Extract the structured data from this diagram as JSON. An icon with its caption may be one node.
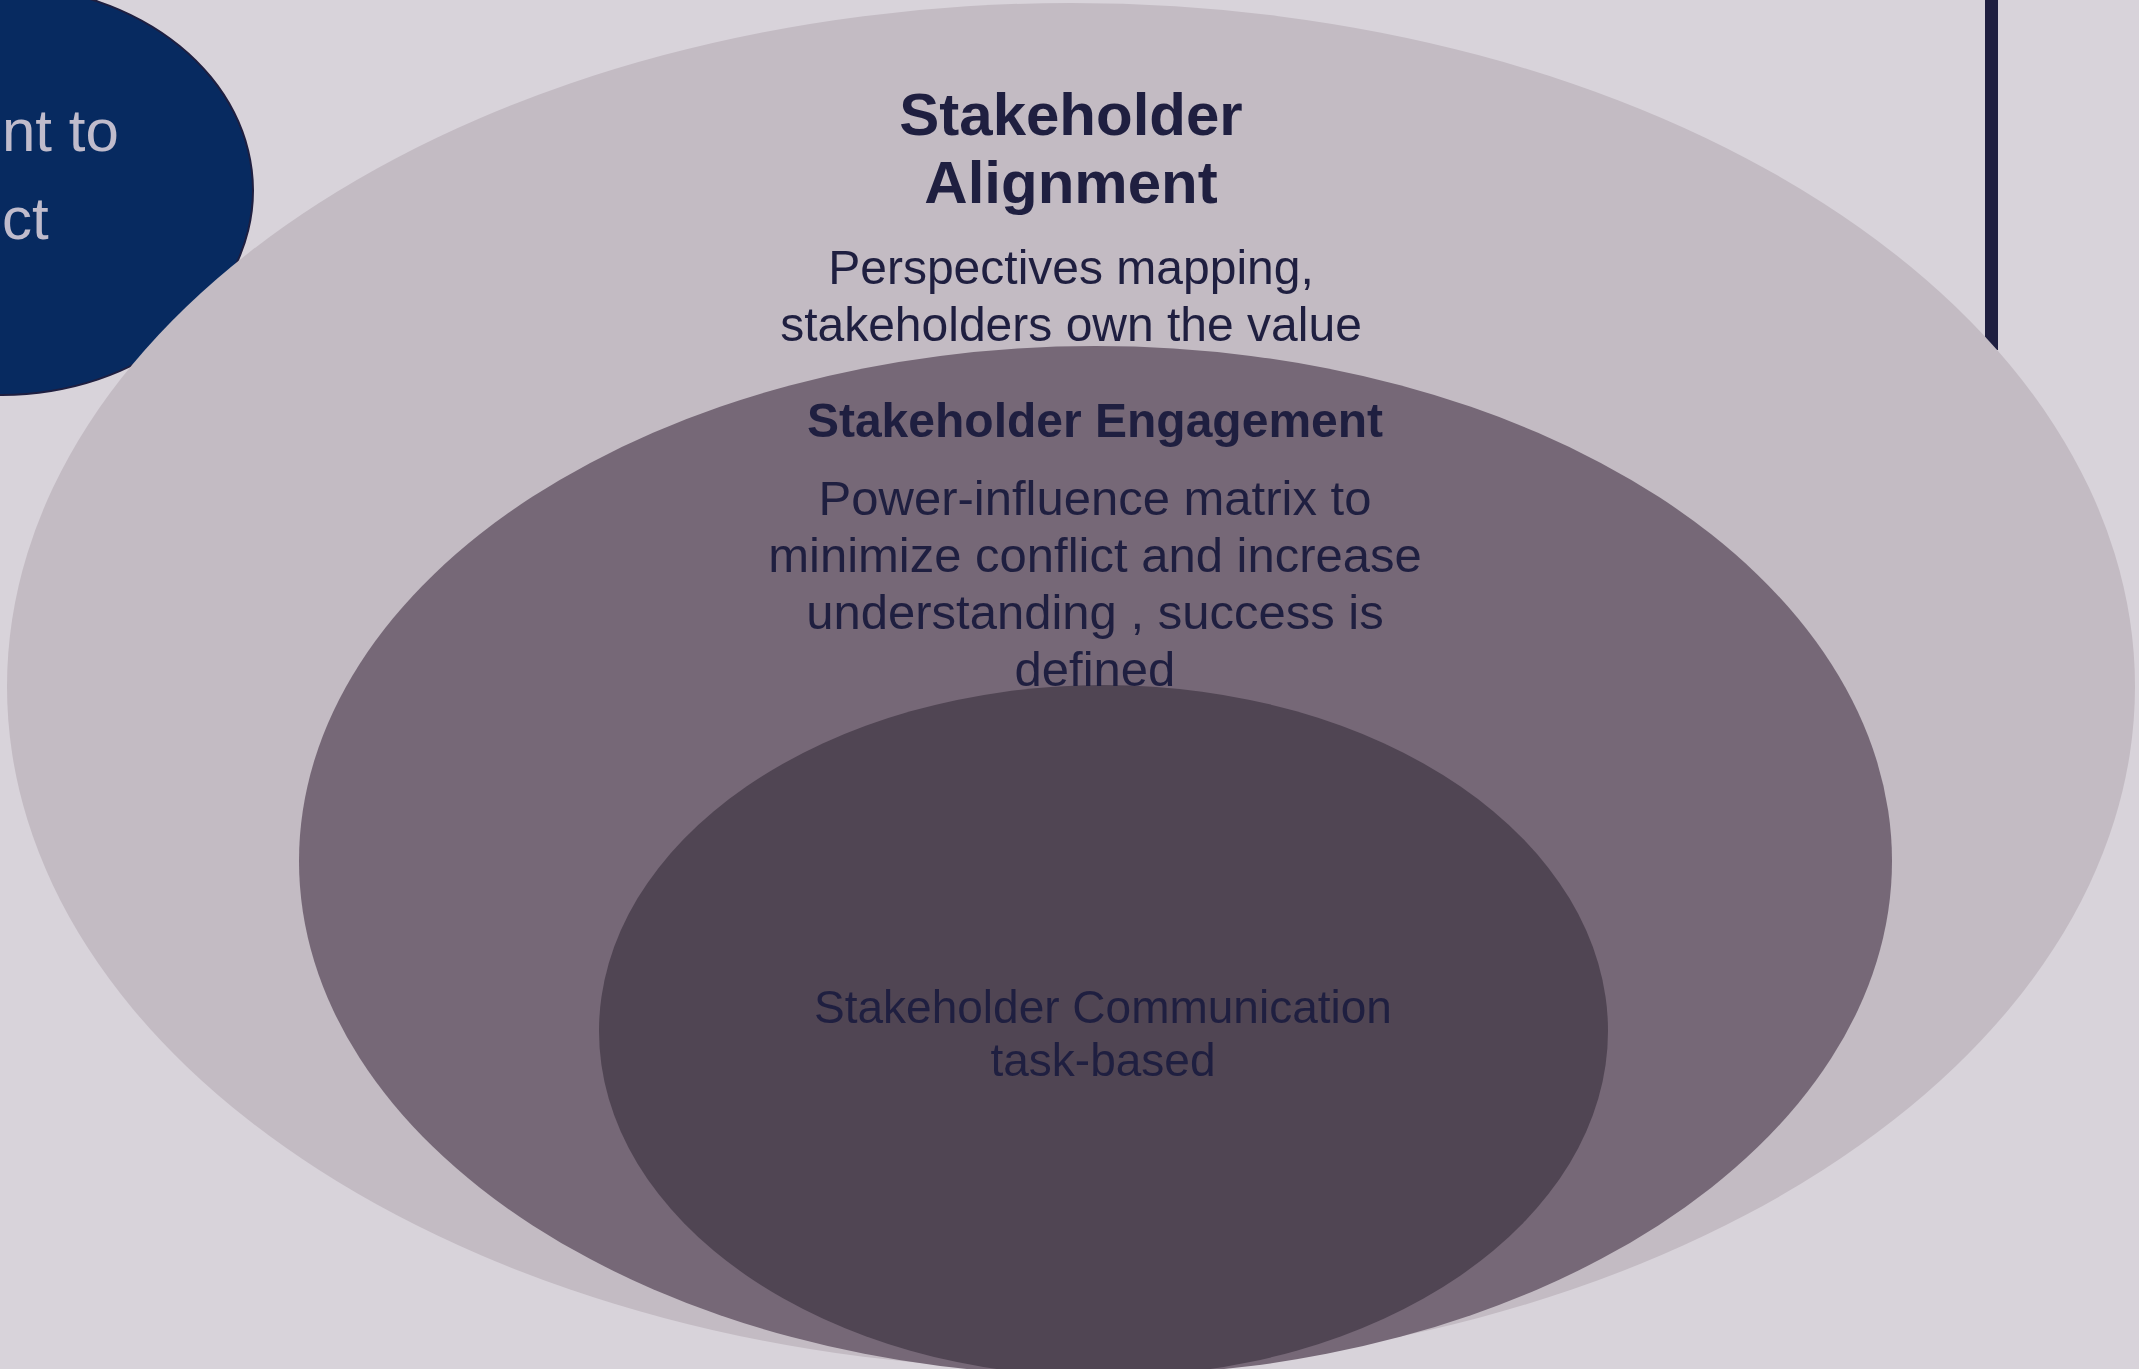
{
  "diagram": {
    "nodes": [
      {
        "text": [
          "nt to ct"
        ]
      },
      {
        "text": [
          "Stakeholder Alignment",
          "Perspectives mapping, stakeholders own the value"
        ]
      },
      {
        "text": [
          "Stakeholder Engagement",
          "Power-influence matrix to minimize conflict and increase understanding , success is defined"
        ],
        "in": 1
      },
      {
        "text": [
          "Stakeholder Communication task-based"
        ],
        "in": 2
      }
    ],
    "edges": []
  }
}
